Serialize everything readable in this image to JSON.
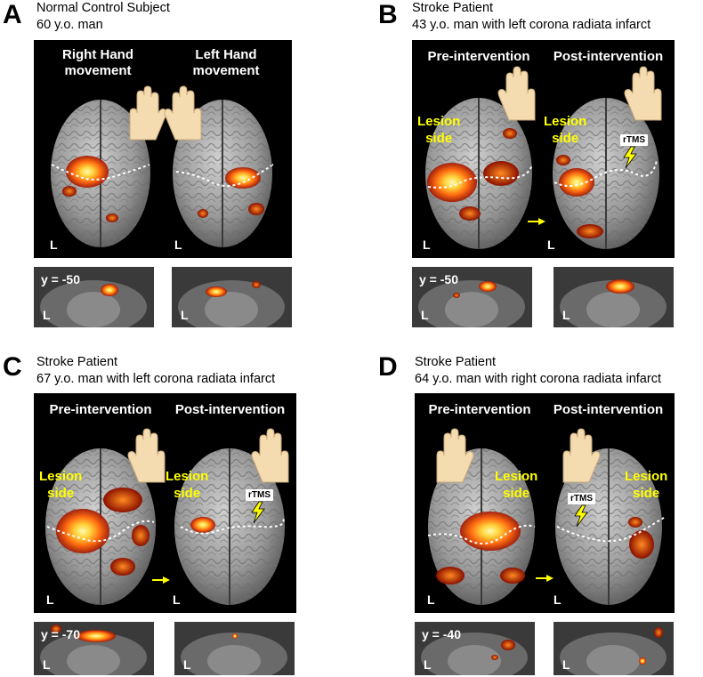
{
  "panels": [
    {
      "letter": "A",
      "title": "Normal Control Subject",
      "subtitle": "60 y.o. man",
      "col_left": "Right Hand\nmovement",
      "col_right": "Left Hand\nmovement",
      "l_label": "L",
      "y_coord": "y = -50"
    },
    {
      "letter": "B",
      "title": "Stroke Patient",
      "subtitle": "43 y.o. man with left corona radiata infarct",
      "col_left": "Pre-intervention",
      "col_right": "Post-intervention",
      "lesion_label": "Lesion\nside",
      "rtms_label": "rTMS",
      "l_label": "L",
      "y_coord": "y = -50"
    },
    {
      "letter": "C",
      "title": "Stroke Patient",
      "subtitle": "67 y.o. man with left corona radiata infarct",
      "col_left": "Pre-intervention",
      "col_right": "Post-intervention",
      "lesion_label": "Lesion\nside",
      "rtms_label": "rTMS",
      "l_label": "L",
      "y_coord": "y = -70"
    },
    {
      "letter": "D",
      "title": "Stroke Patient",
      "subtitle": "64 y.o. man with right corona radiata infarct",
      "col_left": "Pre-intervention",
      "col_right": "Post-intervention",
      "lesion_label": "Lesion\nside",
      "rtms_label": "rTMS",
      "l_label": "L",
      "y_coord": "y = -40"
    }
  ],
  "colors": {
    "brain_gray": "#9a9a9a",
    "activation_hot": "#ffef5a",
    "activation_mid": "#ff7a10",
    "activation_low": "#a81800",
    "label_yellow": "#ffff00",
    "hand": "#f4dcb0"
  },
  "icons": [
    "hand-icon",
    "lightning-icon",
    "arrow-right-icon"
  ]
}
